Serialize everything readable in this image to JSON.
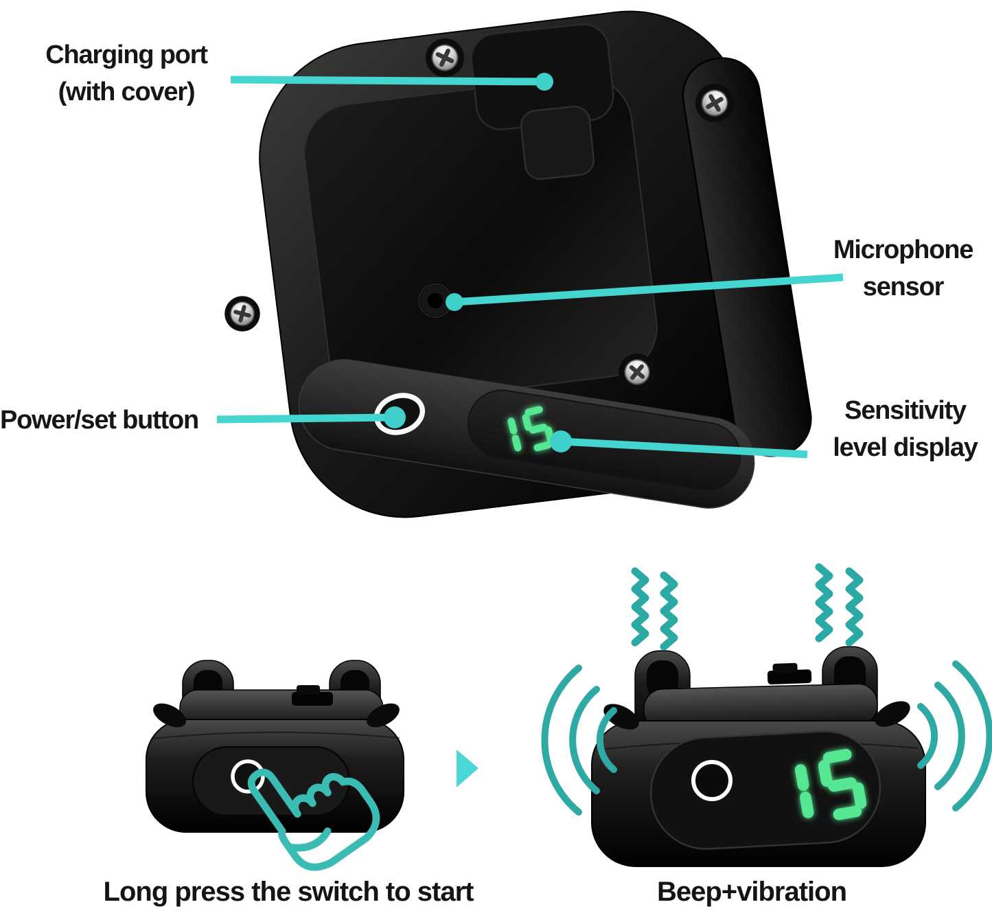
{
  "colors": {
    "background": "#ffffff",
    "annotation_line": "#45d5d0",
    "annotation_dot": "#3fd0cc",
    "arrow": "#4bd7d5",
    "vibration_wave": "#2baaa5",
    "sound_wave": "#2fa9a4",
    "hand_icon": "#3abbb4",
    "display_green": "#57e793",
    "label_text": "#161616",
    "device_black": "#0a0a0a"
  },
  "icons": {
    "tap_hand": "pointing-hand-outline",
    "vibration": "zigzag-lines",
    "sound_wave": "arc-lines",
    "next_arrow": "▶",
    "screw": "phillips-screw",
    "power_ring": "white-circle"
  },
  "product_view": {
    "name": "bark-collar-receiver-top-view",
    "display_value": "15",
    "annotations": [
      {
        "id": "charging-port",
        "lines": [
          "Charging port",
          "(with cover)"
        ]
      },
      {
        "id": "microphone-sensor",
        "lines": [
          "Microphone",
          "sensor"
        ]
      },
      {
        "id": "power-set-button",
        "lines": [
          "Power/set button"
        ]
      },
      {
        "id": "sensitivity-display",
        "lines": [
          "Sensitivity",
          "level display"
        ]
      }
    ]
  },
  "steps": [
    {
      "id": "step-1",
      "caption": "Long press the switch to start",
      "icon": "tap-hand"
    },
    {
      "id": "step-2",
      "caption": "Beep+vibration",
      "display_value": "15",
      "icon": "vibration-and-sound-waves"
    }
  ]
}
